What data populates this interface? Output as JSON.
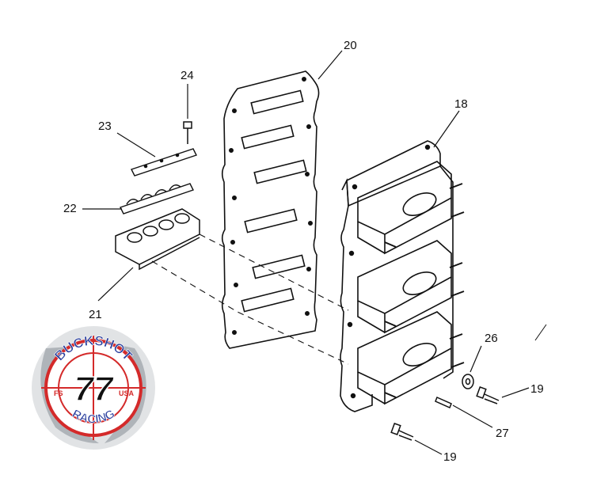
{
  "callouts": [
    {
      "id": "20",
      "label": "20"
    },
    {
      "id": "24",
      "label": "24"
    },
    {
      "id": "18",
      "label": "18"
    },
    {
      "id": "23",
      "label": "23"
    },
    {
      "id": "22",
      "label": "22"
    },
    {
      "id": "21",
      "label": "21"
    },
    {
      "id": "26",
      "label": "26"
    },
    {
      "id": "19a",
      "label": "19"
    },
    {
      "id": "27",
      "label": "27"
    },
    {
      "id": "19b",
      "label": "19"
    }
  ],
  "logo": {
    "top_text": "BUCKSHOT",
    "number": "77",
    "bottom_text": "RACING",
    "left_mark": "FS",
    "right_mark": "USA",
    "colors": {
      "red": "#d42a2a",
      "blue": "#2a3f9e",
      "gray": "#9aa0a6",
      "black": "#111111"
    }
  }
}
